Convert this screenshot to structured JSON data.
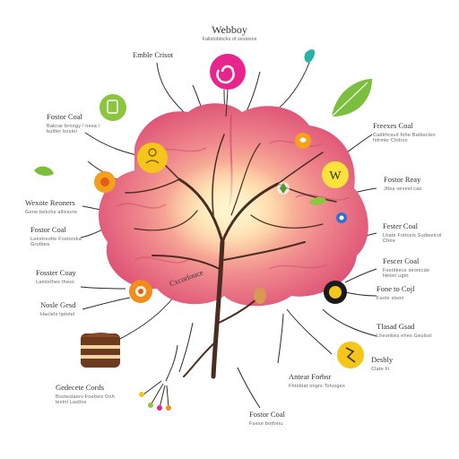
{
  "title": "Webboy",
  "subtitle": "Fallstoblocks of sessions",
  "labels": {
    "top": {
      "title": "Emble Crisot",
      "sub": ""
    },
    "left1": {
      "title": "Fostor Coal",
      "sub": "Bakcar broogy / nesa / bullter bostol"
    },
    "left2": {
      "title": "Wexote Reoners",
      "sub": "Gene bekchs alllvsvre"
    },
    "left3": {
      "title": "Fostor Coal",
      "sub": "Leestreolte Fostorslia Grutbea"
    },
    "left4": {
      "title": "Fosster Coay",
      "sub": "Lamtsthes thess"
    },
    "left5": {
      "title": "Nosle Gesd",
      "sub": "Haclels liptolel"
    },
    "left6": {
      "title": "Gedecete Cords",
      "sub": "Bosteslaerv Foelses Ooh lestnl Lastlos"
    },
    "right1": {
      "title": "Freexes Coal",
      "sub": "Cadlrhrsuit fohe Batbscleo fsfrmkr Chltrvo"
    },
    "right2": {
      "title": "Fostor Reay",
      "sub": "Jttsa vevest cas"
    },
    "right3": {
      "title": "Fester Coal",
      "sub": "Lhate Fsttcels Sudwelcol Chlre"
    },
    "right4": {
      "title": "Fescer Coal",
      "sub": "Fsetitkecs seonicde Hetst/ ugtn"
    },
    "right5": {
      "title": "Fone to Cojl",
      "sub": "Faots stsoo"
    },
    "right6": {
      "title": "Tlasad Gsad",
      "sub": "Lheonkes ehes Geulsol"
    },
    "right7": {
      "title": "Desbly",
      "sub": "Clate Fi"
    },
    "center1": {
      "title": "Antear Forbsr",
      "sub": "Fhtoblat ongrs Tolvoges"
    },
    "bottom": {
      "title": "Fostor Coal",
      "sub": "Fsese botfonu"
    },
    "trunk": {
      "title": "Cxcorlouce",
      "sub": ""
    }
  }
}
